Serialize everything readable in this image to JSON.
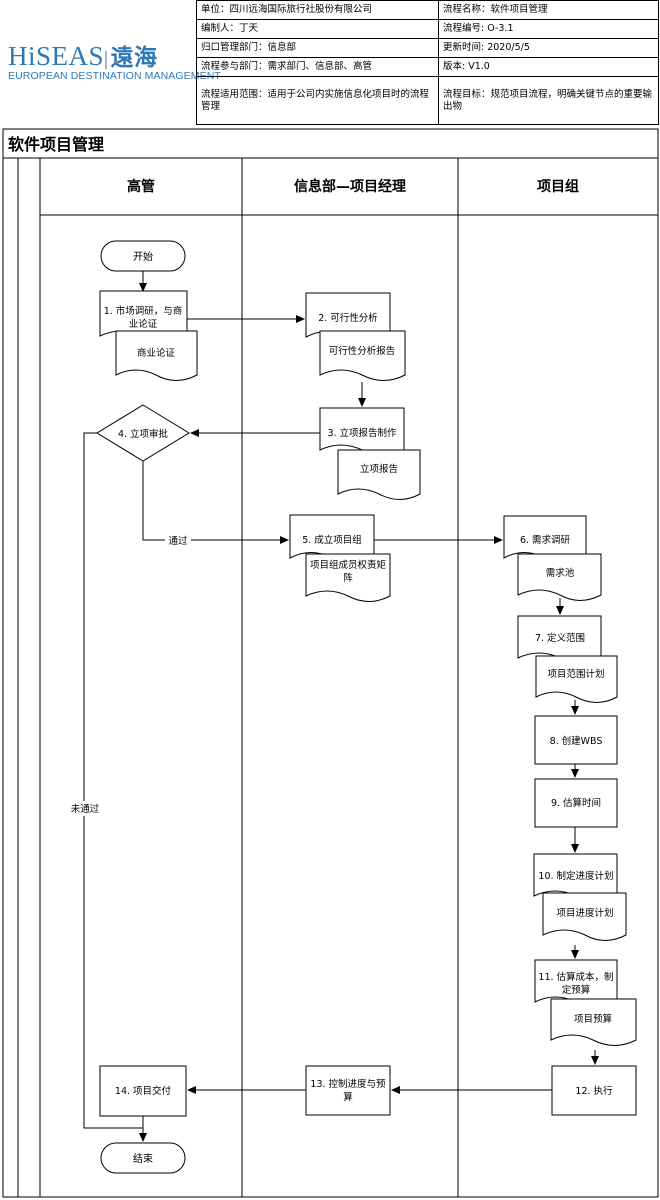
{
  "header": {
    "logo": {
      "brand": "HiSEAS",
      "brand_cn": "遠海",
      "tagline": "EUROPEAN DESTINATION MANAGEMENT"
    },
    "unit": "单位：四川远海国际旅行社股份有限公司",
    "process_name": "流程名称：软件项目管理",
    "author": "编制人：丁天",
    "process_no": "流程编号: O-3.1",
    "owner_dept": "归口管理部门：信息部",
    "updated": "更新时间: 2020/5/5",
    "participants": "流程参与部门：需求部门、信息部、高管",
    "version": "版本: V1.0",
    "scope": "流程适用范围：适用于公司内实施信息化项目时的流程管理",
    "goal": "流程目标：规范项目流程，明确关键节点的重要输出物"
  },
  "diagram": {
    "title": "软件项目管理",
    "lanes": [
      "高管",
      "信息部—项目经理",
      "项目组"
    ],
    "start": "开始",
    "end": "结束",
    "steps": {
      "s1": [
        "1. 市场调研，与商",
        "业论证"
      ],
      "d1": "商业论证",
      "s2": "2. 可行性分析",
      "d2": "可行性分析报告",
      "s3": "3. 立项报告制作",
      "d3": "立项报告",
      "s4": "4. 立项审批",
      "s5": "5. 成立项目组",
      "d5": [
        "项目组成员权责矩",
        "阵"
      ],
      "s6": "6. 需求调研",
      "d6": "需求池",
      "s7": "7. 定义范围",
      "d7": "项目范围计划",
      "s8": "8. 创建WBS",
      "s9": "9. 估算时间",
      "s10": "10. 制定进度计划",
      "d10": "项目进度计划",
      "s11": [
        "11. 估算成本，制",
        "定预算"
      ],
      "d11": "项目预算",
      "s12": "12. 执行",
      "s13": [
        "13. 控制进度与预",
        "算"
      ],
      "s14": "14. 项目交付"
    },
    "labels": {
      "pass": "通过",
      "fail": "未通过"
    }
  }
}
